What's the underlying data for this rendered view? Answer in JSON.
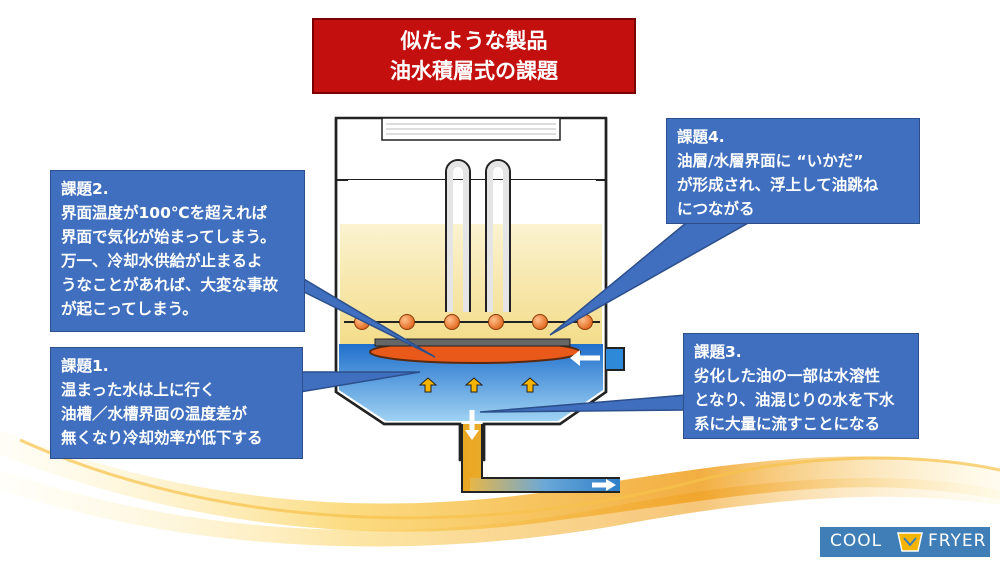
{
  "title": {
    "line1": "似たような製品",
    "line2": "油水積層式の課題"
  },
  "callouts": {
    "issue2": {
      "heading": "課題2.",
      "lines": [
        "界面温度が100℃を超えれば",
        "界面で気化が始まってしまう。",
        "万一、冷却水供給が止まるよ",
        "うなことがあれば、大変な事故",
        "が起こってしまう。"
      ]
    },
    "issue1": {
      "heading": "課題1.",
      "lines": [
        "温まった水は上に行く",
        "油槽／水槽界面の温度差が",
        "無くなり冷却効率が低下する"
      ]
    },
    "issue4": {
      "heading": "課題4.",
      "lines": [
        "油層/水層界面に “いかだ”",
        "が形成され、浮上して油跳ね",
        "につながる"
      ]
    },
    "issue3": {
      "heading": "課題3.",
      "lines": [
        "劣化した油の一部は水溶性",
        "となり、油混じりの水を下水",
        "系に大量に流すことになる"
      ]
    }
  },
  "logo": {
    "left": "COOL",
    "right": "FRYER"
  },
  "colors": {
    "title_bg": "#c40f0f",
    "callout_bg": "#3f6fbe",
    "oil": "#f6e6a8",
    "water": "#2e8ad8",
    "logo_bg": "#3f7eb6"
  }
}
